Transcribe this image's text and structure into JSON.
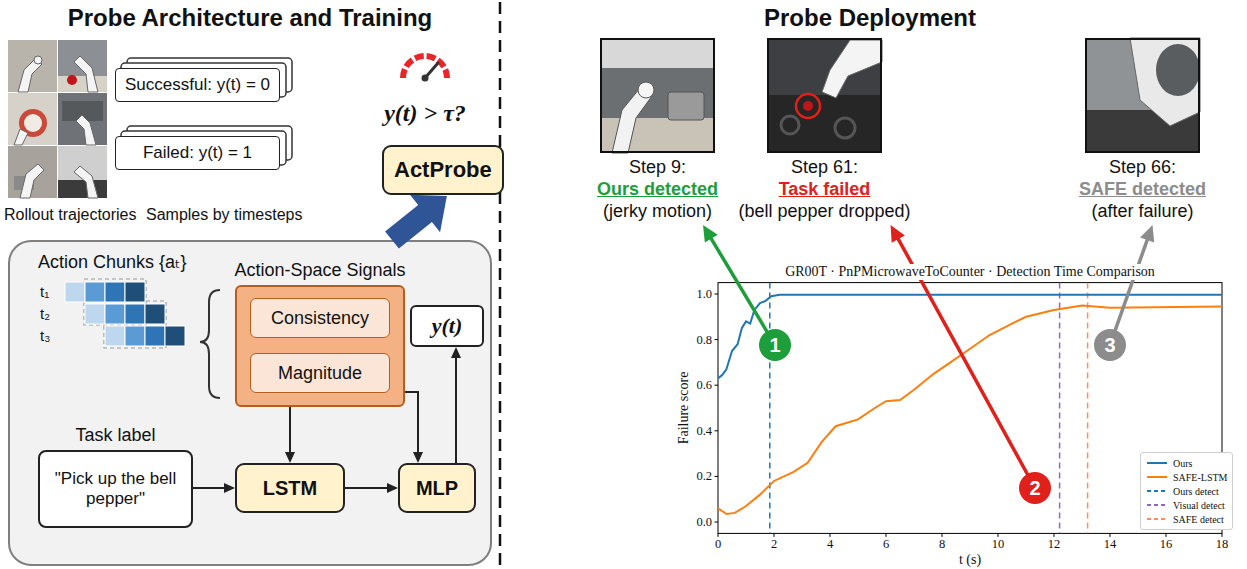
{
  "diagram": {
    "nodes": [
      {
        "text": [
          "Successful: y(t) = 0"
        ]
      },
      {
        "text": [
          "Failed: y(t) = 1"
        ]
      },
      {
        "text": [
          "ActProbe"
        ]
      },
      {
        "text": [
          "Action Chunks {aₜ}"
        ]
      },
      {
        "text": [
          "Action-Space Signals"
        ],
        "in": 3
      },
      {
        "text": [
          "Consistency"
        ],
        "in": 4
      },
      {
        "text": [
          "Magnitude"
        ],
        "in": 4
      },
      {
        "text": [
          "y(t)"
        ],
        "in": 3
      },
      {
        "text": [
          "Task label",
          "\"Pick up the bell pepper\""
        ],
        "in": 3
      },
      {
        "text": [
          "LSTM"
        ],
        "in": 3
      },
      {
        "text": [
          "MLP"
        ],
        "in": 3
      },
      {
        "text": [
          "Step 9:",
          "Ours detected",
          "(jerky motion)"
        ]
      },
      {
        "text": [
          "Step 61:",
          "Task failed",
          "(bell pepper dropped)"
        ]
      },
      {
        "text": [
          "Step 66:",
          "SAFE detected",
          "(after failure)"
        ]
      },
      {
        "text": [
          "1"
        ]
      },
      {
        "text": [
          "2"
        ]
      },
      {
        "text": [
          "3"
        ]
      }
    ],
    "edges": [
      {
        "from": 3,
        "to": 2,
        "arrow": "to"
      },
      {
        "from": 4,
        "to": 9,
        "arrow": "to"
      },
      {
        "from": 4,
        "to": 10,
        "arrow": "to"
      },
      {
        "from": 8,
        "to": 9,
        "arrow": "to"
      },
      {
        "from": 9,
        "to": 10,
        "arrow": "to"
      },
      {
        "from": 10,
        "to": 7,
        "arrow": "to"
      },
      {
        "from": 14,
        "to": 11,
        "arrow": "to"
      },
      {
        "from": 15,
        "to": 12,
        "arrow": "to"
      },
      {
        "from": 16,
        "to": 13,
        "arrow": "to"
      }
    ],
    "labels": [
      "Probe Architecture and Training",
      "Probe Deployment",
      "Rollout trajectories",
      "Samples by timesteps",
      "y(t) > τ?",
      "t₁",
      "t₂",
      "t₃",
      "GR00T · PnPMicrowaveToCounter · Detection Time Comparison",
      "Failure score",
      "t (s)",
      "0.0",
      "0.2",
      "0.4",
      "0.6",
      "0.8",
      "1.0",
      "0",
      "2",
      "4",
      "6",
      "8",
      "10",
      "12",
      "14",
      "16",
      "18"
    ],
    "legend": [
      {
        "text": "Ours"
      },
      {
        "text": "SAFE-LSTM"
      },
      {
        "text": "Ours detect"
      },
      {
        "text": "Visual detect"
      },
      {
        "text": "SAFE detect"
      }
    ]
  }
}
